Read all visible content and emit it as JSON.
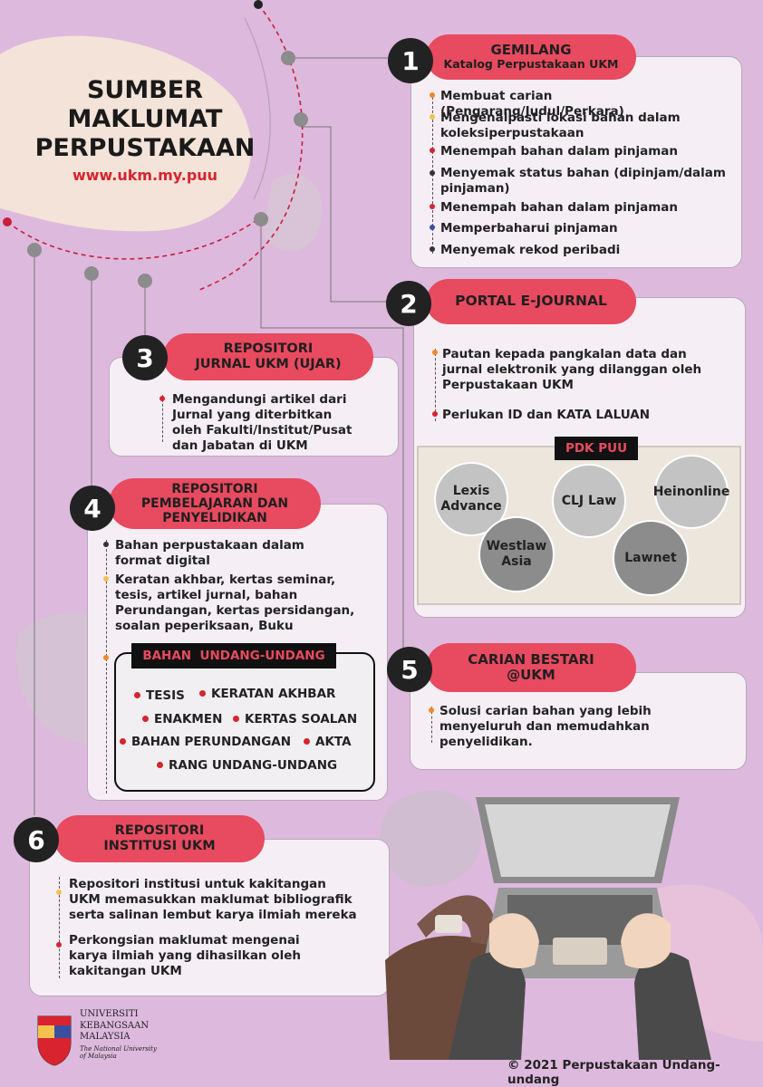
{
  "header": {
    "title_lines": [
      "SUMBER",
      "MAKLUMAT",
      "PERPUSTAKAAN"
    ],
    "url": "www.ukm.my.puu"
  },
  "sections": [
    {
      "number": "1",
      "title": "GEMILANG",
      "subtitle": "Katalog Perpustakaan UKM",
      "items": [
        "Membuat carian (Pengarang/Judul/Perkara)",
        "Mengenalpasti lokasi bahan dalam koleksiperpustakaan",
        "Menempah bahan dalam pinjaman",
        "Menyemak status bahan (dipinjam/dalam pinjaman)",
        "Menempah bahan dalam pinjaman",
        "Memperbaharui pinjaman",
        "Menyemak rekod peribadi"
      ]
    },
    {
      "number": "2",
      "title": "PORTAL E-JOURNAL",
      "items": [
        "Pautan kepada pangkalan data dan jurnal elektronik yang dilanggan oleh Perpustakaan UKM",
        "Perlukan ID dan KATA LALUAN"
      ],
      "database_box": {
        "label": "PDK PUU",
        "databases": [
          "Lexis Advance",
          "CLJ Law",
          "Heinonline",
          "Westlaw Asia",
          "Lawnet"
        ]
      }
    },
    {
      "number": "3",
      "title_lines": [
        "REPOSITORI",
        "JURNAL UKM (UJAR)"
      ],
      "items": [
        "Mengandungi artikel dari Jurnal yang diterbitkan oleh Fakulti/Institut/Pusat dan Jabatan di UKM"
      ]
    },
    {
      "number": "4",
      "title_lines": [
        "REPOSITORI",
        "PEMBELAJARAN DAN",
        "PENYELIDIKAN"
      ],
      "items": [
        "Bahan perpustakaan dalam format digital",
        "Keratan akhbar, kertas seminar, tesis, artikel jurnal, bahan Perundangan, kertas persidangan, soalan peperiksaan, Buku"
      ],
      "law_box": {
        "label": "BAHAN  UNDANG-UNDANG",
        "tags": [
          "TESIS",
          "KERATAN AKHBAR",
          "ENAKMEN",
          "KERTAS SOALAN",
          "BAHAN PERUNDANGAN",
          "AKTA",
          "RANG UNDANG-UNDANG"
        ]
      }
    },
    {
      "number": "5",
      "title_lines": [
        "CARIAN BESTARI",
        "@UKM"
      ],
      "items": [
        "Solusi carian bahan yang lebih menyeluruh dan memudahkan penyelidikan."
      ]
    },
    {
      "number": "6",
      "title_lines": [
        "REPOSITORI",
        "INSTITUSI UKM"
      ],
      "items": [
        "Repositori institusi untuk kakitangan UKM memasukkan maklumat bibliografik serta salinan lembut karya ilmiah mereka",
        "Perkongsian maklumat mengenai karya ilmiah yang dihasilkan oleh kakitangan UKM"
      ]
    }
  ],
  "logo": {
    "lines": [
      "UNIVERSITI",
      "KEBANGSAAN",
      "MALAYSIA"
    ],
    "tagline_lines": [
      "The National University",
      "of Malaysia"
    ]
  },
  "footer": {
    "copyright": "© 2021 Perpustakaan Undang-undang"
  },
  "colors": {
    "background": "#ddb9dd",
    "accent": "#e84a5f",
    "card": "#f6eef5",
    "url": "#d9232e"
  }
}
